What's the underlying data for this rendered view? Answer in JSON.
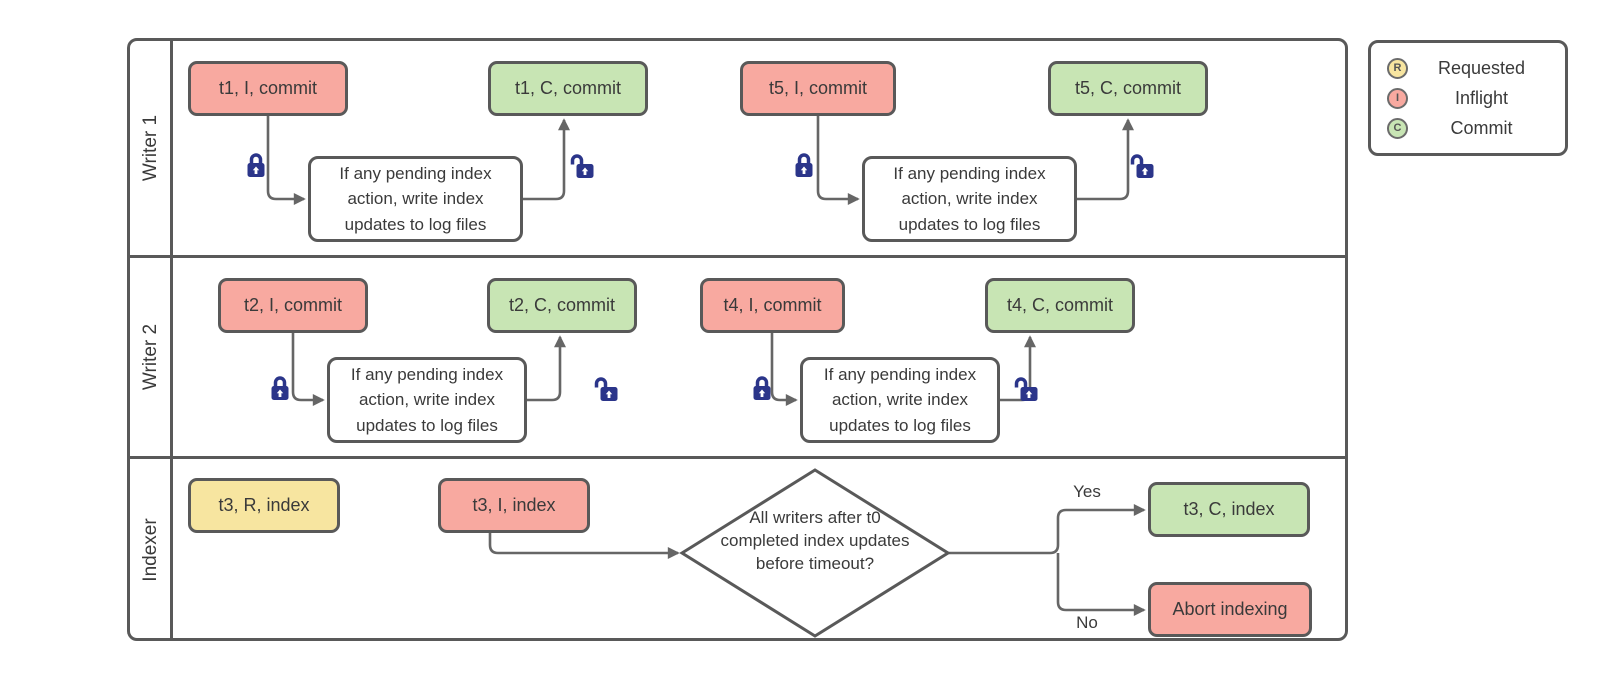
{
  "lanes": [
    {
      "label": "Writer 1"
    },
    {
      "label": "Writer 2"
    },
    {
      "label": "Indexer"
    }
  ],
  "nodes": {
    "t1_inflight": "t1, I, commit",
    "t1_commit": "t1, C, commit",
    "t5_inflight": "t5, I, commit",
    "t5_commit": "t5, C, commit",
    "t2_inflight": "t2, I, commit",
    "t2_commit": "t2, C, commit",
    "t4_inflight": "t4, I, commit",
    "t4_commit": "t4, C, commit",
    "t3_requested": "t3, R, index",
    "t3_inflight": "t3, I, index",
    "t3_commit": "t3, C, index",
    "abort": "Abort indexing",
    "process": "If any pending index\naction, write index\nupdates to log files",
    "decision": "All writers after t0\ncompleted index updates\nbefore timeout?"
  },
  "branch_labels": {
    "yes": "Yes",
    "no": "No"
  },
  "legend": {
    "items": [
      {
        "letter": "R",
        "label": "Requested",
        "fill": "#f7e5a0"
      },
      {
        "letter": "I",
        "label": "Inflight",
        "fill": "#f8a9a0"
      },
      {
        "letter": "C",
        "label": "Commit",
        "fill": "#c8e5b4"
      }
    ]
  },
  "colors": {
    "inflight_fill": "#f8a9a0",
    "requested_fill": "#f7e5a0",
    "commit_fill": "#c8e5b4",
    "shape_border": "#595959",
    "connector": "#666666",
    "lock": "#2b358a",
    "text": "#3a3a3a"
  },
  "icons": {
    "closed_lock": "closed-padlock-icon",
    "open_lock": "open-padlock-icon"
  }
}
